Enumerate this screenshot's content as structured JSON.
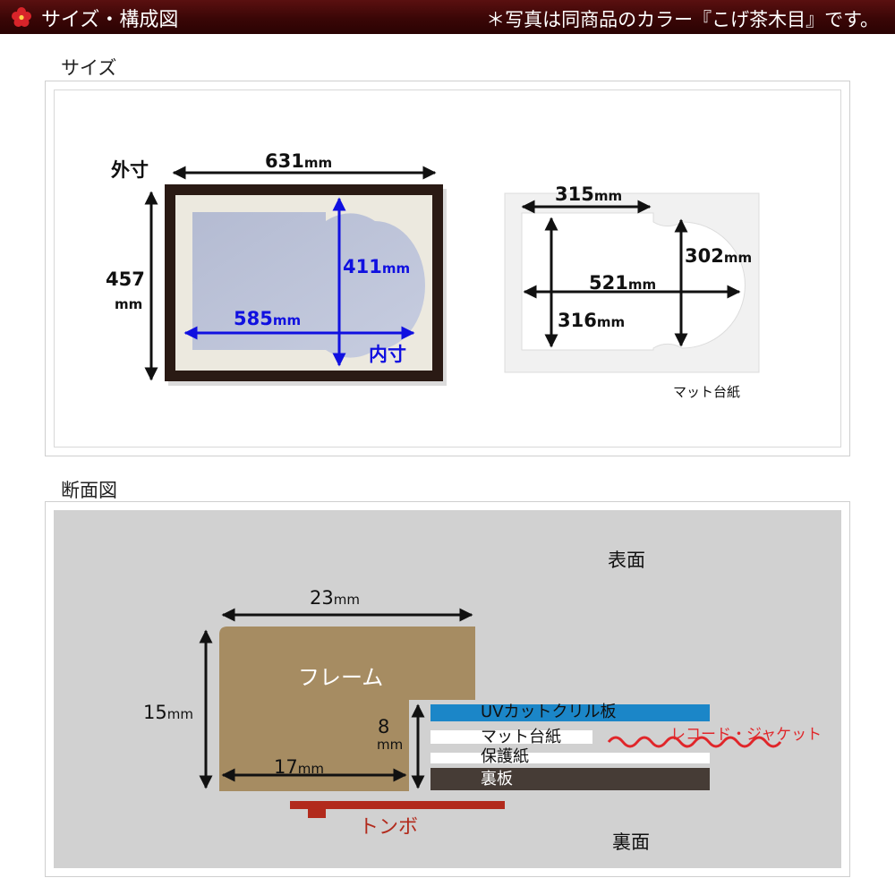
{
  "header": {
    "title": "サイズ・構成図",
    "note": "＊写真は同商品のカラー『こげ茶木目』です。"
  },
  "size_section": {
    "label": "サイズ",
    "outer_label": "外寸",
    "outer_width": "631",
    "outer_height": "457",
    "inner_label": "内寸",
    "inner_width": "585",
    "inner_height": "411",
    "unit": "mm",
    "mat": {
      "caption": "マット台紙",
      "width_rect": "315",
      "height_round": "302",
      "width_total": "521",
      "height_rect": "316"
    }
  },
  "section_view": {
    "label": "断面図",
    "front_label": "表面",
    "back_label": "裏面",
    "frame_label": "フレーム",
    "frame_width": "23",
    "frame_height": "15",
    "rabbet_width": "17",
    "rabbet_depth": "8",
    "unit": "mm",
    "layers": {
      "acrylic": "UVカットクリル板",
      "mat": "マット台紙",
      "protect": "保護紙",
      "back": "裏板"
    },
    "record_label": "レコード・ジャケット",
    "tombo_label": "トンボ"
  },
  "colors": {
    "header_bg": "#3a0606",
    "frame_wood": "#a68c62",
    "acrylic": "#1b86c8",
    "back_board": "#463c36",
    "tombo": "#b22a1c",
    "record_wave": "#e0262a",
    "section_bg": "#d1d1d1",
    "dimension_blue": "#1010e0"
  }
}
